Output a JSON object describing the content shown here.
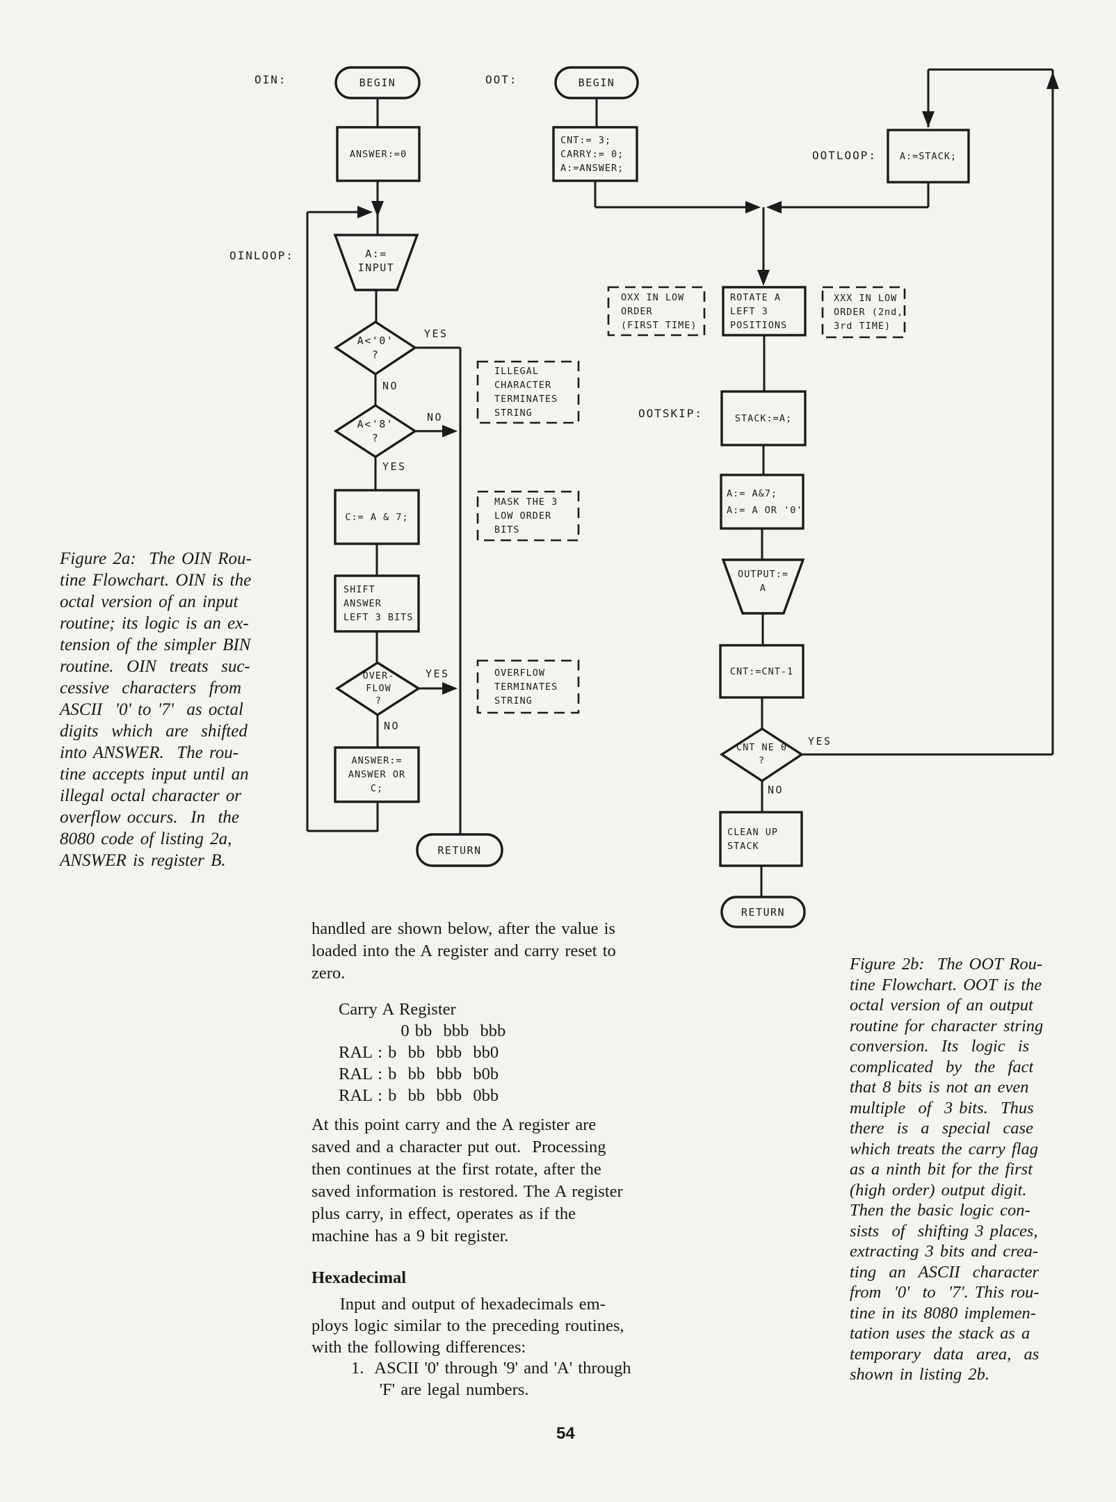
{
  "page": {
    "number": "54"
  },
  "labels": {
    "yes": "YES",
    "no": "NO"
  },
  "oin": {
    "title": "OIN:",
    "loop_label": "OINLOOP:",
    "begin": "BEGIN",
    "init": "ANSWER:=0",
    "input": "A:=\nINPUT",
    "test_lt0": "A<'0'\n?",
    "test_lt8": "A<'8'\n?",
    "mask": "C:= A & 7;",
    "shift": "SHIFT\nANSWER\nLEFT 3 BITS",
    "test_overflow": "OVER-\nFLOW\n?",
    "accumulate": "ANSWER:=\nANSWER OR\nC;",
    "return": "RETURN",
    "note_illegal": "ILLEGAL\nCHARACTER\nTERMINATES\nSTRING",
    "note_mask": "MASK THE 3\nLOW ORDER\nBITS",
    "note_overflow": "OVERFLOW\nTERMINATES\nSTRING"
  },
  "oot": {
    "title": "OOT:",
    "loop_label": "OOTLOOP:",
    "skip_label": "OOTSKIP:",
    "begin": "BEGIN",
    "init": "CNT:= 3;\nCARRY:= 0;\nA:=ANSWER;",
    "pop": "A:=STACK;",
    "rotate": "ROTATE A\nLEFT 3\nPOSITIONS",
    "note_first": "OXX IN LOW\nORDER\n(FIRST TIME)",
    "note_rest": "XXX IN LOW\nORDER (2nd,\n3rd TIME)",
    "push": "STACK:=A;",
    "ascii": "A:= A&7;\nA:= A OR '0'",
    "output": "OUTPUT:=\nA",
    "decrement": "CNT:=CNT-1",
    "test_count": "CNT NE 0\n?",
    "cleanup": "CLEAN UP\nSTACK",
    "return": "RETURN"
  },
  "caption_2a": "Figure 2a:  The OIN Rou-\ntine Flowchart. OIN is the\noctal version of an input\nroutine; its logic is an ex-\ntension of the simpler BIN\nroutine.  OIN  treats  suc-\ncessive  characters  from\nASCII  '0' to '7'  as octal\ndigits  which  are  shifted\ninto ANSWER.  The rou-\ntine accepts input until an\nillegal octal character or\noverflow occurs.  In  the\n8080 code of listing 2a,\nANSWER is register B.",
  "caption_2b": "Figure 2b:  The OOT Rou-\ntine Flowchart. OOT is the\noctal version of an output\nroutine for character string\nconversion.  Its  logic  is\ncomplicated  by  the  fact\nthat 8 bits is not an even\nmultiple  of  3 bits.  Thus\nthere  is  a  special  case\nwhich treats the carry flag\nas a ninth bit for the first\n(high order) output digit.\nThen the basic logic con-\nsists  of  shifting 3 places,\nextracting 3 bits and crea-\nting  an  ASCII  character\nfrom  '0'  to  '7'. This rou-\ntine in its 8080 implemen-\ntation uses the stack as a\ntemporary  data  area,  as\nshown in listing 2b.",
  "body": {
    "para1": "handled are shown below, after the value is\nloaded into the A register and carry reset to\nzero.",
    "carry_table": "Carry A Register\n           0 bb  bbb  bbb\nRAL : b  bb  bbb  bb0\nRAL : b  bb  bbb  b0b\nRAL : b  bb  bbb  0bb",
    "para2": "At this point carry and the A register are\nsaved and a character put out.  Processing\nthen continues at the first rotate, after the\nsaved information is restored. The A register\nplus carry, in effect, operates as if the\nmachine has a 9 bit register.",
    "heading": "Hexadecimal",
    "para3": "     Input and output of hexadecimals em-\nploys logic similar to the preceding routines,\nwith the following differences:",
    "list_item": "1.  ASCII '0' through '9' and 'A' through\n     'F' are legal numbers."
  }
}
